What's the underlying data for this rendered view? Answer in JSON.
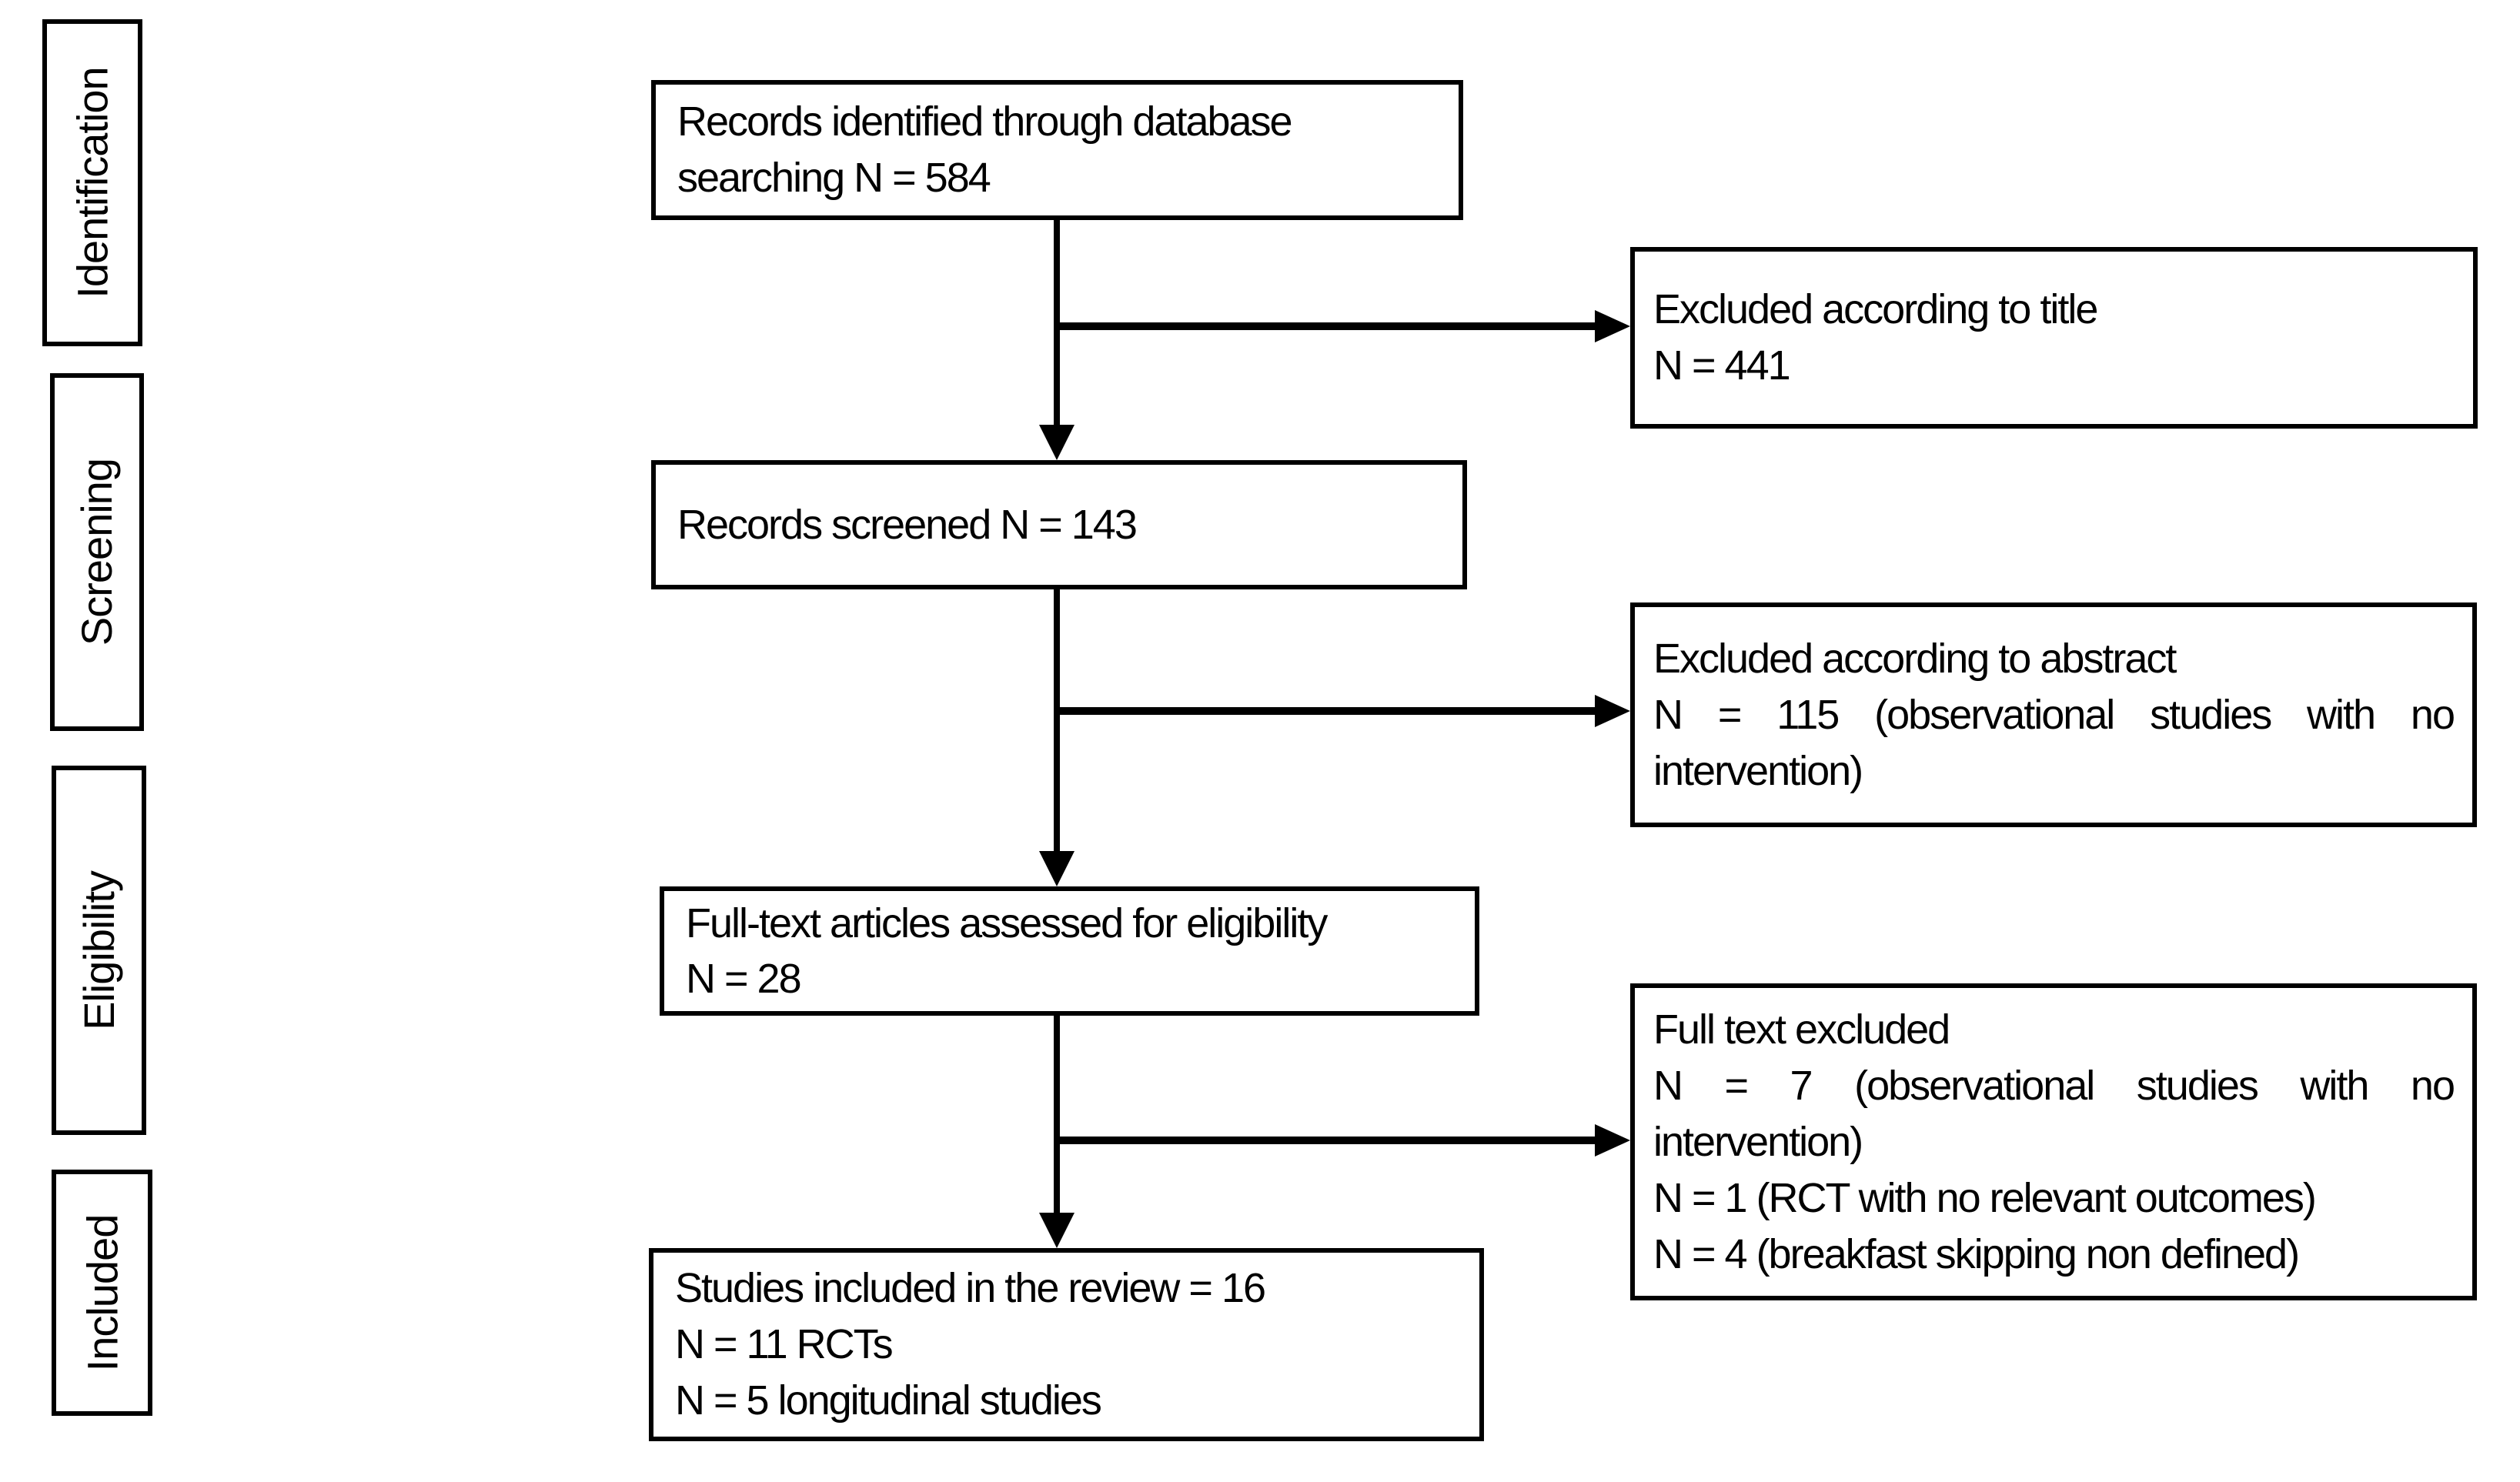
{
  "page": {
    "background_color": "#ffffff",
    "ink_color": "#000000",
    "diagram_type": "PRISMA flow diagram"
  },
  "sidebar_stages": [
    {
      "label": "Identification"
    },
    {
      "label": "Screening"
    },
    {
      "label": "Eligibility"
    },
    {
      "label": "Included"
    }
  ],
  "flow": {
    "center": [
      {
        "name": "records-identified",
        "lines": [
          "Records identified through database",
          "searching N = 584"
        ]
      },
      {
        "name": "records-screened",
        "lines": [
          "Records screened N = 143"
        ]
      },
      {
        "name": "fulltext-assessed",
        "lines": [
          "Full-text articles assessed for eligibility",
          "N = 28"
        ]
      },
      {
        "name": "studies-included",
        "lines": [
          "Studies included in the review = 16",
          "N = 11 RCTs",
          "N = 5 longitudinal studies"
        ]
      }
    ],
    "right": [
      {
        "name": "excluded-by-title",
        "lines": [
          "Excluded according to title",
          "N = 441"
        ]
      },
      {
        "name": "excluded-by-abstract",
        "lines": [
          "Excluded according to abstract",
          "N = 115 (observational studies with no",
          "intervention)"
        ]
      },
      {
        "name": "fulltext-excluded",
        "lines": [
          "Full text excluded",
          "N = 7 (observational studies with no",
          "intervention)",
          "N = 1 (RCT with no relevant outcomes)",
          "N = 4 (breakfast skipping non defined)"
        ]
      }
    ]
  }
}
